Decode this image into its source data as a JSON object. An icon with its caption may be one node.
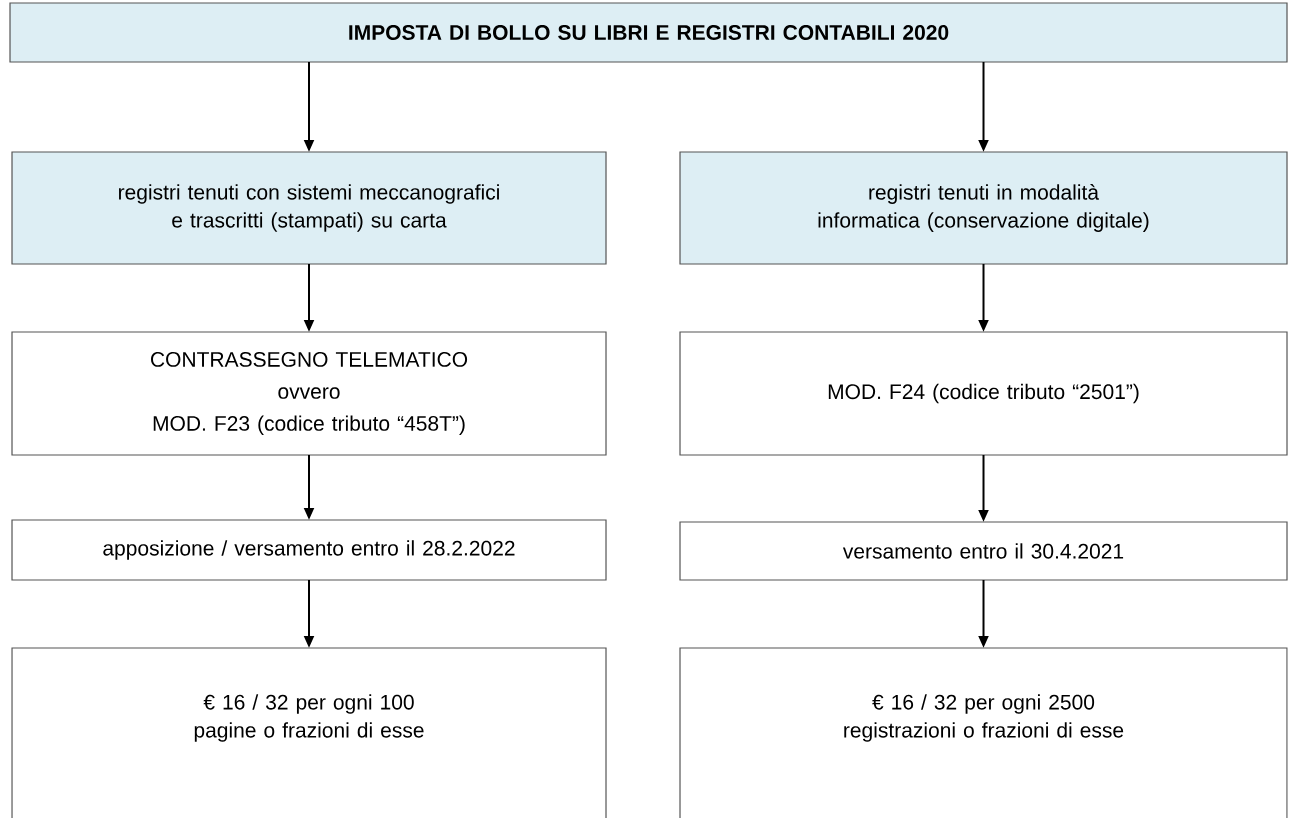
{
  "diagram": {
    "nodes": [
      {
        "text": [
          "IMPOSTA DI BOLLO SU LIBRI E REGISTRI CONTABILI 2020"
        ]
      },
      {
        "text": [
          "registri tenuti con sistemi meccanografici e trascritti (stampati) su carta"
        ]
      },
      {
        "text": [
          "registri tenuti in modalità informatica (conservazione digitale)"
        ]
      },
      {
        "text": [
          "CONTRASSEGNO TELEMATICO",
          "ovvero",
          "MOD. F23 (codice tributo “458T”)"
        ]
      },
      {
        "text": [
          "MOD. F24 (codice tributo “2501”)"
        ]
      },
      {
        "text": [
          "apposizione / versamento entro il 28.2.2022"
        ]
      },
      {
        "text": [
          "versamento entro il 30.4.2021"
        ]
      },
      {
        "text": [
          "€ 16 / 32 per ogni 100 pagine o frazioni di esse"
        ]
      },
      {
        "text": [
          "€ 16 / 32 per ogni 2500 registrazioni o frazioni di esse"
        ]
      }
    ],
    "edges": [
      {
        "from": 0,
        "to": 1,
        "arrow": "to"
      },
      {
        "from": 0,
        "to": 2,
        "arrow": "to"
      },
      {
        "from": 1,
        "to": 3,
        "arrow": "to"
      },
      {
        "from": 2,
        "to": 4,
        "arrow": "to"
      },
      {
        "from": 3,
        "to": 5,
        "arrow": "to"
      },
      {
        "from": 4,
        "to": 6,
        "arrow": "to"
      },
      {
        "from": 5,
        "to": 7,
        "arrow": "to"
      },
      {
        "from": 6,
        "to": 8,
        "arrow": "to"
      }
    ]
  }
}
